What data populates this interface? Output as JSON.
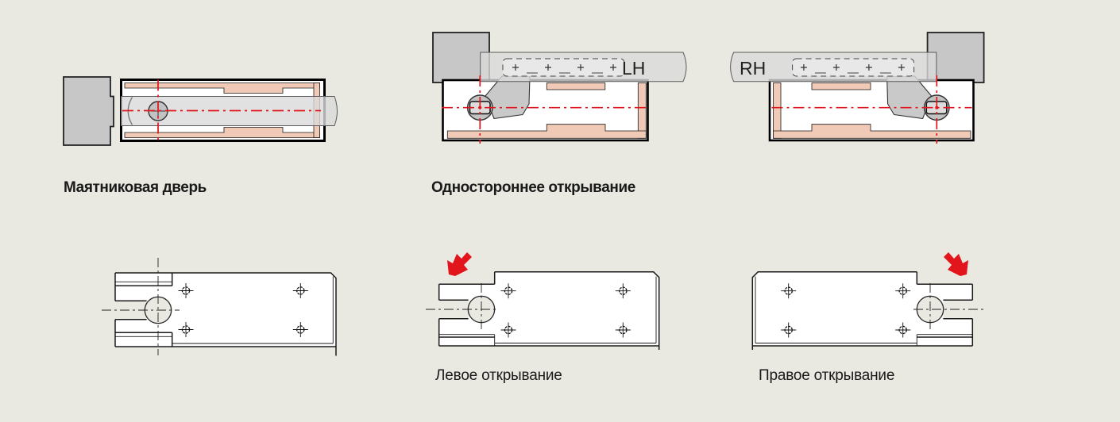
{
  "colors": {
    "background": "#e9e8e1",
    "accent_red": "#e2141c",
    "lining_pink": "#f0cab6",
    "door_gray": "#dadada",
    "block_gray": "#c7c7c7",
    "line_black": "#1a1a1a"
  },
  "icons": {
    "left_opening_arrow": "direction-arrow-down-left",
    "right_opening_arrow": "direction-arrow-down-left-mirrored"
  },
  "diagrams": {
    "pendulum": {
      "caption": "Маятниковая дверь"
    },
    "single_action": {
      "caption": "Одностороннее открывание",
      "left_hand_label": "LH",
      "right_hand_label": "RH"
    },
    "left_opening": {
      "caption": "Левое открывание"
    },
    "right_opening": {
      "caption": "Правое открывание"
    }
  }
}
